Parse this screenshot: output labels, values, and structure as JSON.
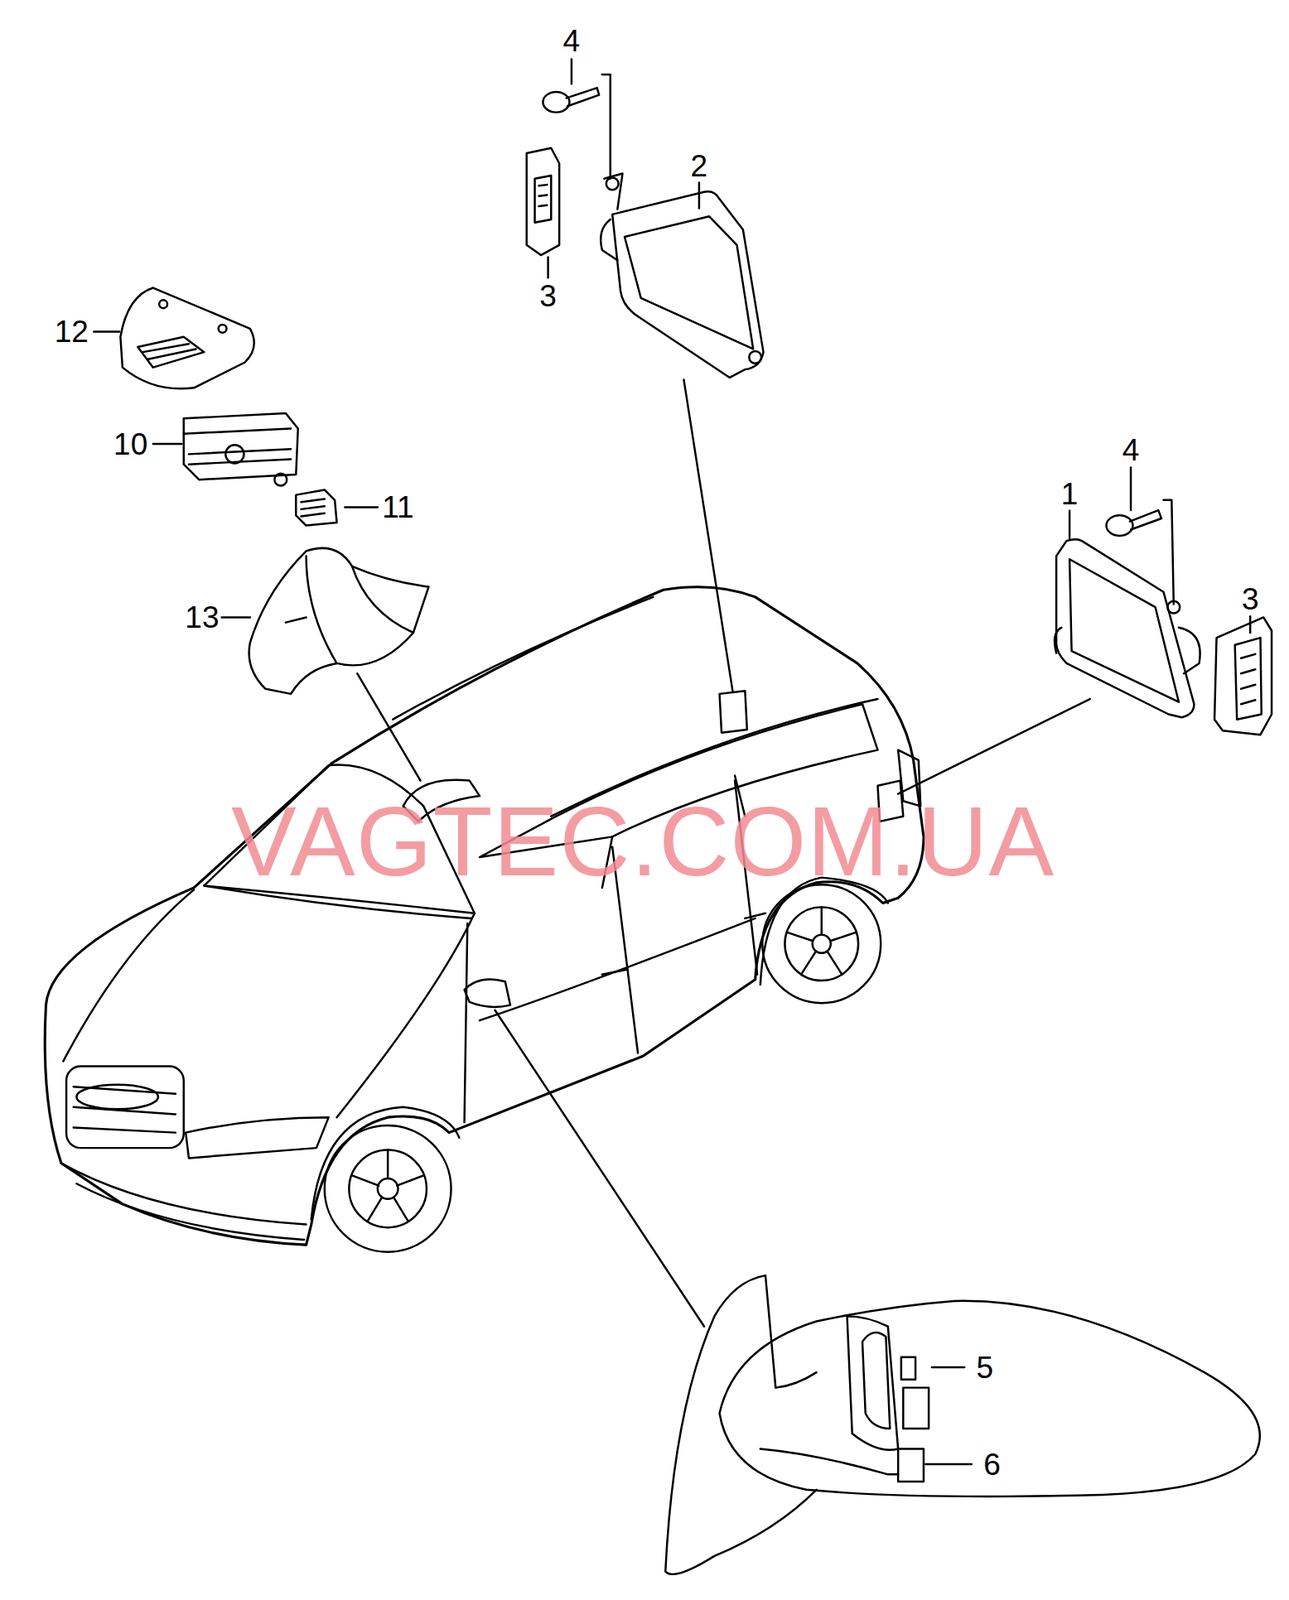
{
  "diagram": {
    "labels": [
      "4",
      "2",
      "3",
      "12",
      "10",
      "11",
      "4",
      "1",
      "13",
      "3",
      "VAGTEC.COM.UA",
      "5",
      "6"
    ]
  }
}
